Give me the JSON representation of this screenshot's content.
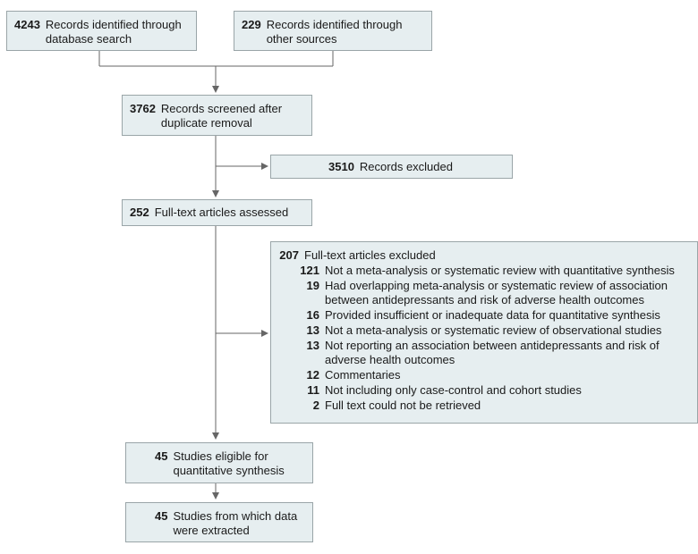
{
  "boxes": {
    "db_search": {
      "count": "4243",
      "text": "Records identified through database search"
    },
    "other_sources": {
      "count": "229",
      "text": "Records identified through other sources"
    },
    "screened": {
      "count": "3762",
      "text": "Records screened after duplicate removal"
    },
    "excluded": {
      "count": "3510",
      "text": "Records excluded"
    },
    "full_text": {
      "count": "252",
      "text": "Full-text articles assessed"
    },
    "ft_excluded": {
      "count": "207",
      "text": "Full-text articles excluded",
      "reasons": [
        {
          "count": "121",
          "text": "Not a meta-analysis or systematic review with quantitative synthesis"
        },
        {
          "count": "19",
          "text": "Had overlapping meta-analysis or systematic review of association between antidepressants and risk of adverse health outcomes"
        },
        {
          "count": "16",
          "text": "Provided insufficient or inadequate data for quantitative synthesis"
        },
        {
          "count": "13",
          "text": "Not a meta-analysis or systematic review of observational studies"
        },
        {
          "count": "13",
          "text": "Not reporting an association between antidepressants and risk of adverse health outcomes"
        },
        {
          "count": "12",
          "text": "Commentaries"
        },
        {
          "count": "11",
          "text": "Not including only case-control and cohort studies"
        },
        {
          "count": "2",
          "text": "Full text could not be retrieved"
        }
      ]
    },
    "eligible": {
      "count": "45",
      "text": "Studies eligible for quantitative synthesis"
    },
    "extracted": {
      "count": "45",
      "text": "Studies from which data were extracted"
    }
  },
  "colors": {
    "box_fill": "#e6eef0",
    "box_border": "#9aa5a8",
    "connector": "#666666"
  }
}
